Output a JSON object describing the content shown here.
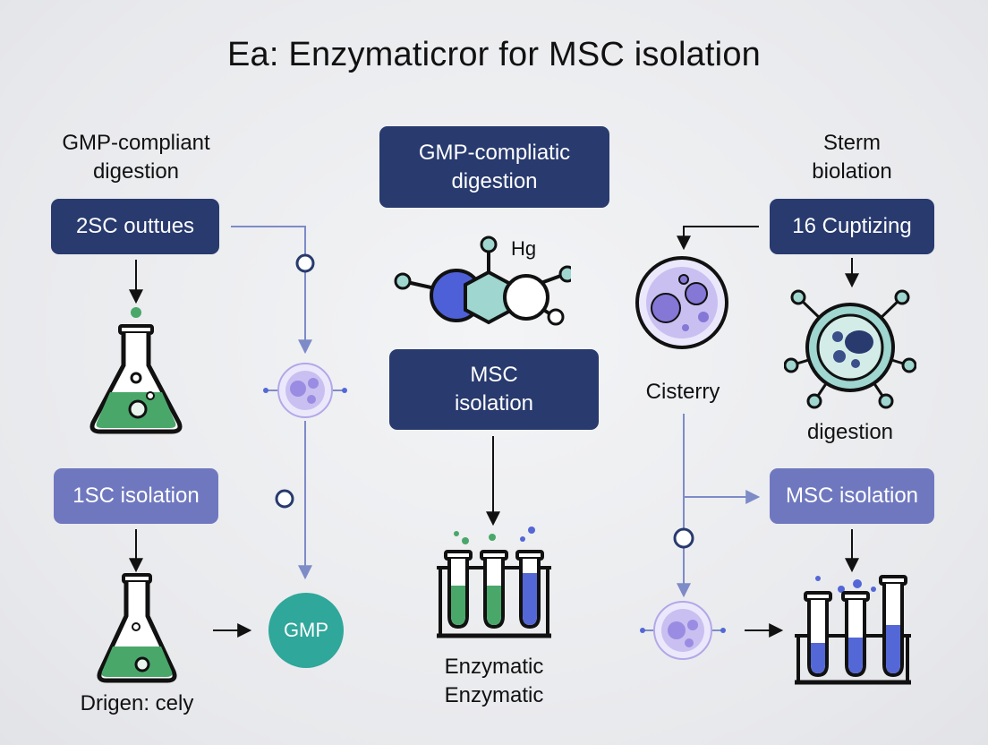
{
  "title": "Ea: Enzymaticr​or for MSC isolation",
  "left": {
    "heading": "GMP-compliant\ndigestion",
    "box1": "2SC outtues",
    "box2": "1SC isolation",
    "footer": "Drigen: cely"
  },
  "center": {
    "box1": "GMP-compliatic\ndigestion",
    "molecule_label": "Hg",
    "box2": "MSC\nisolation",
    "footer": "Enzymatic\nEnzymatic",
    "gmp_circle": "GMP"
  },
  "right": {
    "heading": "Sterm\nbiolation",
    "box1": "16 Cuptizing",
    "cell_label": "Cisterry",
    "virus_label": "digestion",
    "box2": "MSC isolation"
  },
  "colors": {
    "dark_box": "#283a6e",
    "light_box": "#6f78bf",
    "teal": "#2fa79a",
    "green_liquid": "#4aa76a",
    "purple_cell": "#8577d6",
    "blue_liquid": "#5467d6"
  }
}
